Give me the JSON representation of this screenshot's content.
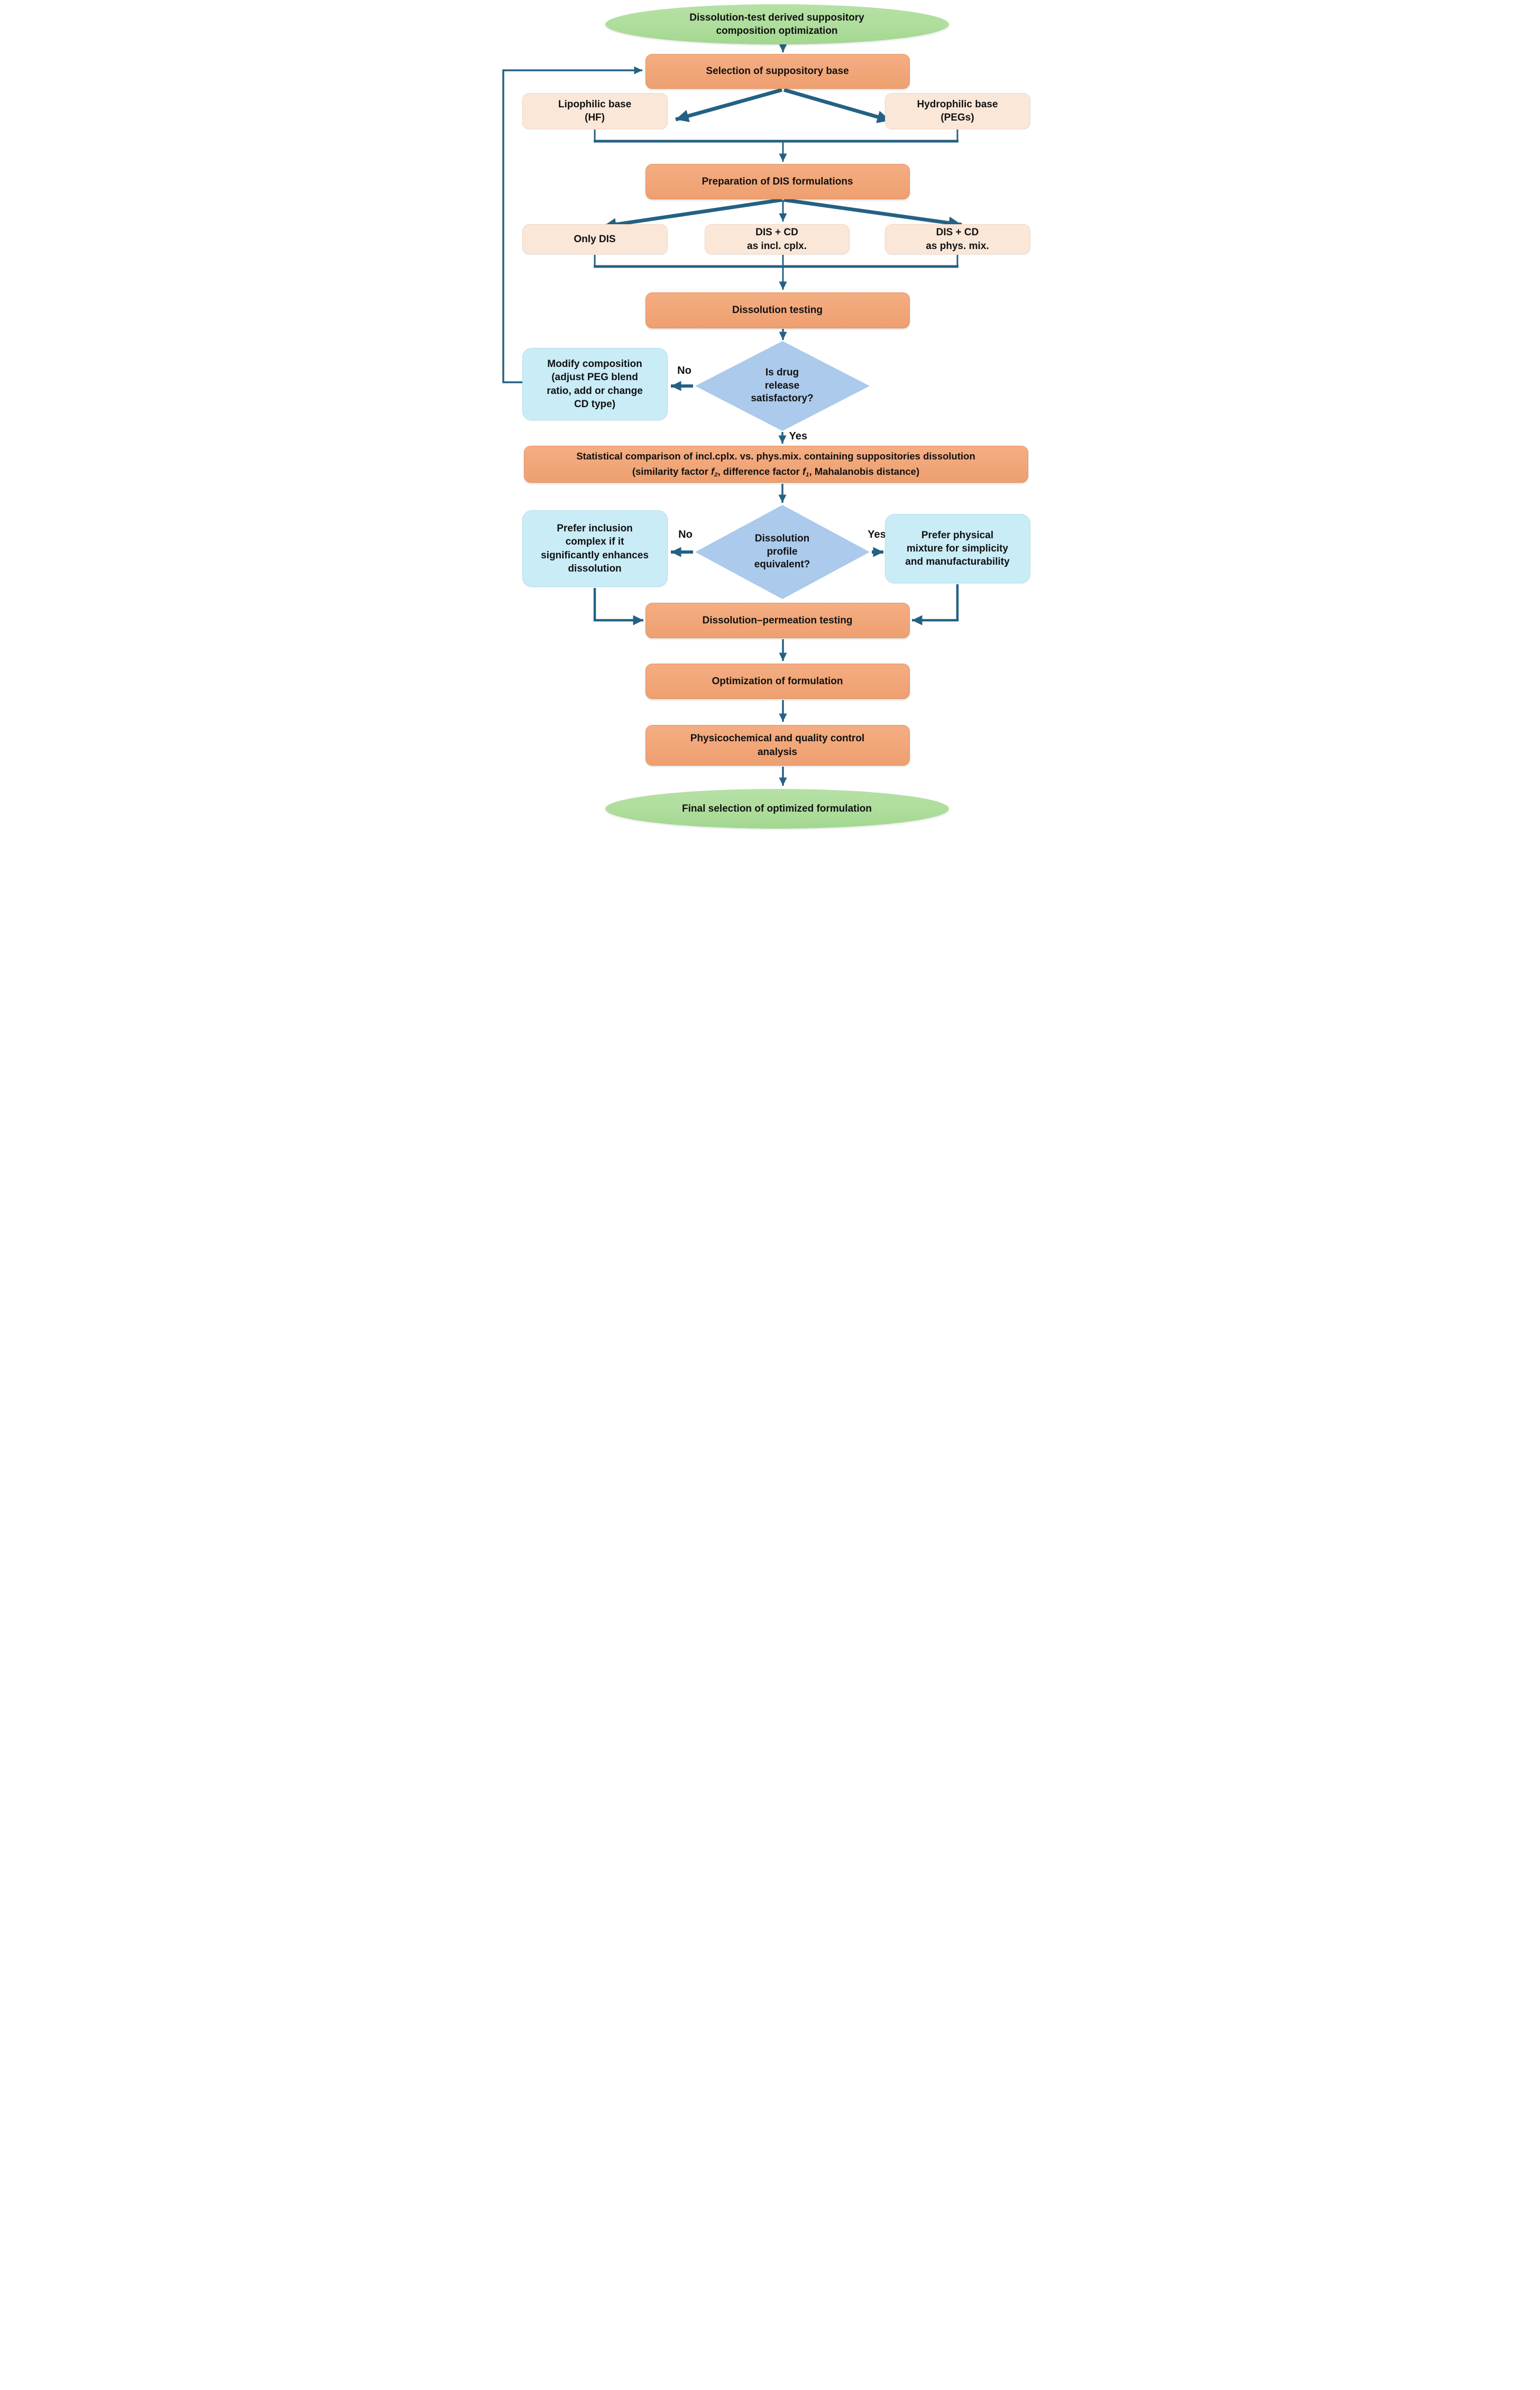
{
  "diagram": {
    "nodes": {
      "start": "Dissolution-test derived suppository\ncomposition optimization",
      "selection": "Selection of suppository base",
      "lipophilic": "Lipophilic base\n(HF)",
      "hydrophilic": "Hydrophilic base\n(PEGs)",
      "preparation": "Preparation of DIS formulations",
      "only_dis": "Only DIS",
      "dis_cd_incl": "DIS + CD\nas incl. cplx.",
      "dis_cd_phys": "DIS + CD\nas phys. mix.",
      "dissolution_testing": "Dissolution testing",
      "decision_release": "Is drug\nrelease\nsatisfactory?",
      "modify": "Modify composition\n(adjust PEG blend\nratio, add or change\nCD type)",
      "stat_line1": "Statistical comparison of incl.cplx. vs. phys.mix. containing suppositories dissolution",
      "stat_l2_a": "(similarity factor ",
      "stat_f2": "f",
      "stat_f2_sub": "2",
      "stat_l2_b": ", difference factor ",
      "stat_f1": "f",
      "stat_f1_sub": "1",
      "stat_l2_c": ", Mahalanobis distance)",
      "decision_profile": "Dissolution\nprofile\nequivalent?",
      "prefer_inclusion": "Prefer inclusion\ncomplex if it\nsignificantly enhances\ndissolution",
      "prefer_physical": "Prefer physical\nmixture for simplicity\nand manufacturability",
      "diss_perm": "Dissolution–permeation testing",
      "optimization": "Optimization of formulation",
      "physico": "Physicochemical and quality control\nanalysis",
      "final": "Final selection of optimized formulation"
    },
    "branch_labels": {
      "release_no": "No",
      "release_yes": "Yes",
      "profile_no": "No",
      "profile_yes": "Yes"
    },
    "colors": {
      "terminator_green": "#aedd9c",
      "process_orange": "#f2a87c",
      "variant_peach": "#fbe7d8",
      "note_blue": "#c9ecf7",
      "decision_blue": "#abcaec",
      "connector_teal": "#246184",
      "text": "#111111"
    }
  }
}
